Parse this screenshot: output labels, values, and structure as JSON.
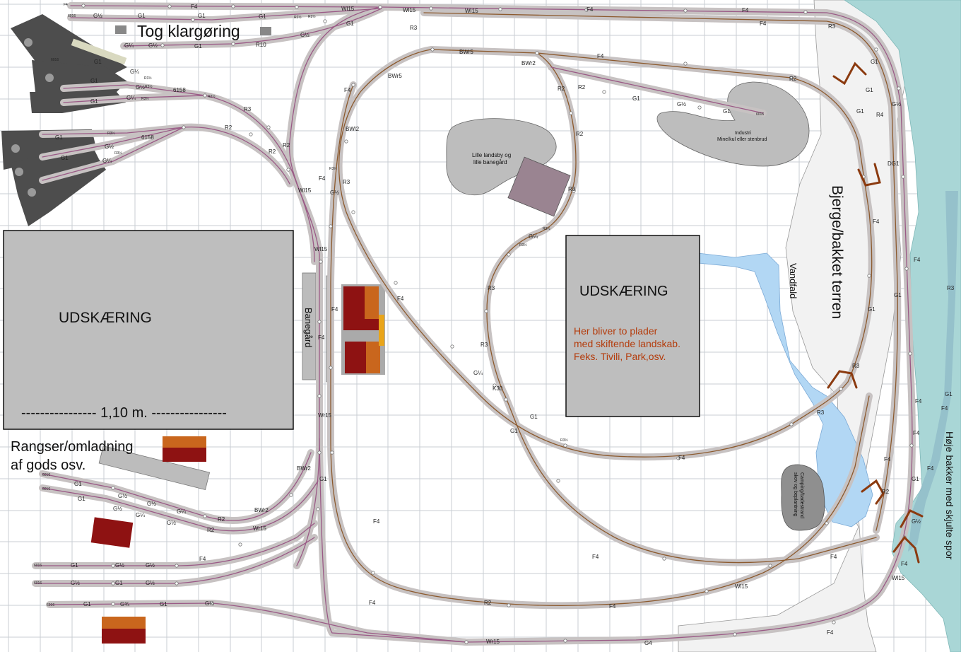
{
  "labels": {
    "tog_klargoring": "Tog klargøring",
    "udskaering_left": "UDSKÆRING",
    "dimension": "---------------- 1,10 m. ----------------",
    "rangser_line1": "Rangser/omladning",
    "rangser_line2": "af gods osv.",
    "banegard": "Banegård",
    "udskaering_center": "UDSKÆRING",
    "center_note_1": "Her bliver to plader",
    "center_note_2": "med skiftende landskab.",
    "center_note_3": "Feks. Tivili, Park,osv.",
    "landsby_1": "Lille landsby og",
    "landsby_2": "lille banegård",
    "industri_1": "Industri",
    "industri_2": "Mine/kul eller stenbrud",
    "bjerge": "Bjerge/bakket terren",
    "vandfald": "Vandfald",
    "camping_1": "Camping/badestrand",
    "camping_2": "skov og beplantning",
    "hoje_bakker": "Høje bakker med skjulte spor"
  },
  "track_labels": [
    {
      "id": "t1",
      "text": "F4"
    },
    {
      "id": "t2",
      "text": "F4"
    },
    {
      "id": "t3",
      "text": "F4"
    },
    {
      "id": "t4",
      "text": "F4"
    },
    {
      "id": "t5",
      "text": "R3"
    },
    {
      "id": "t6",
      "text": "R3"
    },
    {
      "id": "t7",
      "text": "G½"
    },
    {
      "id": "t8",
      "text": "G1"
    },
    {
      "id": "t9",
      "text": "G1"
    },
    {
      "id": "t10",
      "text": "G1"
    },
    {
      "id": "t11",
      "text": "R2½"
    },
    {
      "id": "t12",
      "text": "R2½"
    },
    {
      "id": "t13",
      "text": "Wl15"
    },
    {
      "id": "t14",
      "text": "Wl15"
    },
    {
      "id": "t15",
      "text": "WI15"
    },
    {
      "id": "t16",
      "text": "G1"
    },
    {
      "id": "t17",
      "text": "G½"
    },
    {
      "id": "t18",
      "text": "G¼"
    },
    {
      "id": "t19",
      "text": "G½"
    },
    {
      "id": "t20",
      "text": "G1"
    },
    {
      "id": "t21",
      "text": "R10"
    },
    {
      "id": "t22",
      "text": "G1"
    },
    {
      "id": "t23",
      "text": "G¼"
    },
    {
      "id": "t24",
      "text": "R3½"
    },
    {
      "id": "t25",
      "text": "G½"
    },
    {
      "id": "t26",
      "text": "6158"
    },
    {
      "id": "t27",
      "text": "G1"
    },
    {
      "id": "t28",
      "text": "R3½"
    },
    {
      "id": "t29",
      "text": "R2½"
    },
    {
      "id": "t30",
      "text": "R3"
    },
    {
      "id": "t31",
      "text": "G1"
    },
    {
      "id": "t32",
      "text": "G¼"
    },
    {
      "id": "t33",
      "text": "R3½"
    },
    {
      "id": "t34",
      "text": "R3½"
    },
    {
      "id": "t35",
      "text": "R2"
    },
    {
      "id": "t36",
      "text": "G½"
    },
    {
      "id": "t37",
      "text": "6158"
    },
    {
      "id": "t38",
      "text": "G1"
    },
    {
      "id": "t39",
      "text": "R3½"
    },
    {
      "id": "t40",
      "text": "G¼"
    },
    {
      "id": "t41",
      "text": "G1"
    },
    {
      "id": "t42",
      "text": "R2"
    },
    {
      "id": "t43",
      "text": "R2"
    },
    {
      "id": "t44",
      "text": "Wl15"
    },
    {
      "id": "t45",
      "text": "Wl15"
    },
    {
      "id": "t46",
      "text": "F4"
    },
    {
      "id": "t47",
      "text": "F4"
    },
    {
      "id": "t48",
      "text": "BWl2"
    },
    {
      "id": "t49",
      "text": "R3½"
    },
    {
      "id": "t50",
      "text": "G½"
    },
    {
      "id": "t51",
      "text": "R3"
    },
    {
      "id": "t52",
      "text": "BWr5"
    },
    {
      "id": "t53",
      "text": "BWr5"
    },
    {
      "id": "t54",
      "text": "BWr2"
    },
    {
      "id": "t55",
      "text": "F4"
    },
    {
      "id": "t56",
      "text": "R2"
    },
    {
      "id": "t57",
      "text": "R2"
    },
    {
      "id": "t58",
      "text": "G1"
    },
    {
      "id": "t59",
      "text": "G½"
    },
    {
      "id": "t60",
      "text": "G1"
    },
    {
      "id": "t61",
      "text": "R2"
    },
    {
      "id": "t62",
      "text": "R2"
    },
    {
      "id": "t63",
      "text": "R3"
    },
    {
      "id": "t64",
      "text": "G¼"
    },
    {
      "id": "t65",
      "text": "R3½"
    },
    {
      "id": "t66",
      "text": "R3½"
    },
    {
      "id": "t67",
      "text": "R3"
    },
    {
      "id": "t68",
      "text": "R3"
    },
    {
      "id": "t69",
      "text": "G¼"
    },
    {
      "id": "t70",
      "text": "K30"
    },
    {
      "id": "t71",
      "text": "G1"
    },
    {
      "id": "t72",
      "text": "R3½"
    },
    {
      "id": "t73",
      "text": "F4"
    },
    {
      "id": "t74",
      "text": "F4"
    },
    {
      "id": "t75",
      "text": "G1"
    },
    {
      "id": "t76",
      "text": "F4"
    },
    {
      "id": "t77",
      "text": "Wr15"
    },
    {
      "id": "t78",
      "text": "G1"
    },
    {
      "id": "t79",
      "text": "BWr2"
    },
    {
      "id": "t80",
      "text": "F4"
    },
    {
      "id": "t81",
      "text": "F4"
    },
    {
      "id": "t82",
      "text": "F4"
    },
    {
      "id": "t83",
      "text": "R2"
    },
    {
      "id": "t84",
      "text": "F4"
    },
    {
      "id": "t85",
      "text": "Wl15"
    },
    {
      "id": "t86",
      "text": "F4"
    },
    {
      "id": "t87",
      "text": "F4"
    },
    {
      "id": "t88",
      "text": "Wr15"
    },
    {
      "id": "t89",
      "text": "G4"
    },
    {
      "id": "t90",
      "text": "F4"
    },
    {
      "id": "t91",
      "text": "G1"
    },
    {
      "id": "t92",
      "text": "G½"
    },
    {
      "id": "t93",
      "text": "G½"
    },
    {
      "id": "t94",
      "text": "G¼"
    },
    {
      "id": "t95",
      "text": "R2"
    },
    {
      "id": "t96",
      "text": "G1"
    },
    {
      "id": "t97",
      "text": "G½"
    },
    {
      "id": "t98",
      "text": "G¼"
    },
    {
      "id": "t99",
      "text": "R2"
    },
    {
      "id": "t100",
      "text": "BWr2"
    },
    {
      "id": "t101",
      "text": "Wr15"
    },
    {
      "id": "t102",
      "text": "G½"
    },
    {
      "id": "t103",
      "text": "G1"
    },
    {
      "id": "t104",
      "text": "G½"
    },
    {
      "id": "t105",
      "text": "G½"
    },
    {
      "id": "t106",
      "text": "G1"
    },
    {
      "id": "t107",
      "text": "G½"
    },
    {
      "id": "t108",
      "text": "G½"
    },
    {
      "id": "t109",
      "text": "F4"
    },
    {
      "id": "t110",
      "text": "G1"
    },
    {
      "id": "t111",
      "text": "G¾"
    },
    {
      "id": "t112",
      "text": "G1"
    },
    {
      "id": "t113",
      "text": "G½"
    },
    {
      "id": "t114",
      "text": "G1"
    },
    {
      "id": "t115",
      "text": "G1"
    },
    {
      "id": "t116",
      "text": "G1"
    },
    {
      "id": "t117",
      "text": "G1"
    },
    {
      "id": "t118",
      "text": "R3"
    },
    {
      "id": "t119",
      "text": "R3"
    },
    {
      "id": "t120",
      "text": "G½"
    },
    {
      "id": "t121",
      "text": "R4"
    },
    {
      "id": "t122",
      "text": "DG1"
    },
    {
      "id": "t123",
      "text": "F4"
    },
    {
      "id": "t124",
      "text": "G1"
    },
    {
      "id": "t125",
      "text": "F4"
    },
    {
      "id": "t126",
      "text": "R3"
    },
    {
      "id": "t127",
      "text": "F4"
    },
    {
      "id": "t128",
      "text": "F4"
    },
    {
      "id": "t129",
      "text": "F4"
    },
    {
      "id": "t130",
      "text": "F4"
    },
    {
      "id": "t131",
      "text": "F4"
    },
    {
      "id": "t132",
      "text": "G1"
    },
    {
      "id": "t133",
      "text": "G½"
    },
    {
      "id": "t134",
      "text": "Wl15"
    },
    {
      "id": "t135",
      "text": "R2"
    },
    {
      "id": "t136",
      "text": "F4"
    },
    {
      "id": "t137",
      "text": "G1"
    },
    {
      "id": "t138",
      "text": "F4"
    },
    {
      "id": "t139",
      "text": "6016"
    },
    {
      "id": "t140",
      "text": "6016"
    },
    {
      "id": "t141",
      "text": "6016"
    },
    {
      "id": "t142",
      "text": "6016"
    },
    {
      "id": "t143",
      "text": "6016"
    },
    {
      "id": "t144",
      "text": "6016"
    },
    {
      "id": "t145",
      "text": "6016"
    },
    {
      "id": "t146",
      "text": "6016"
    }
  ]
}
